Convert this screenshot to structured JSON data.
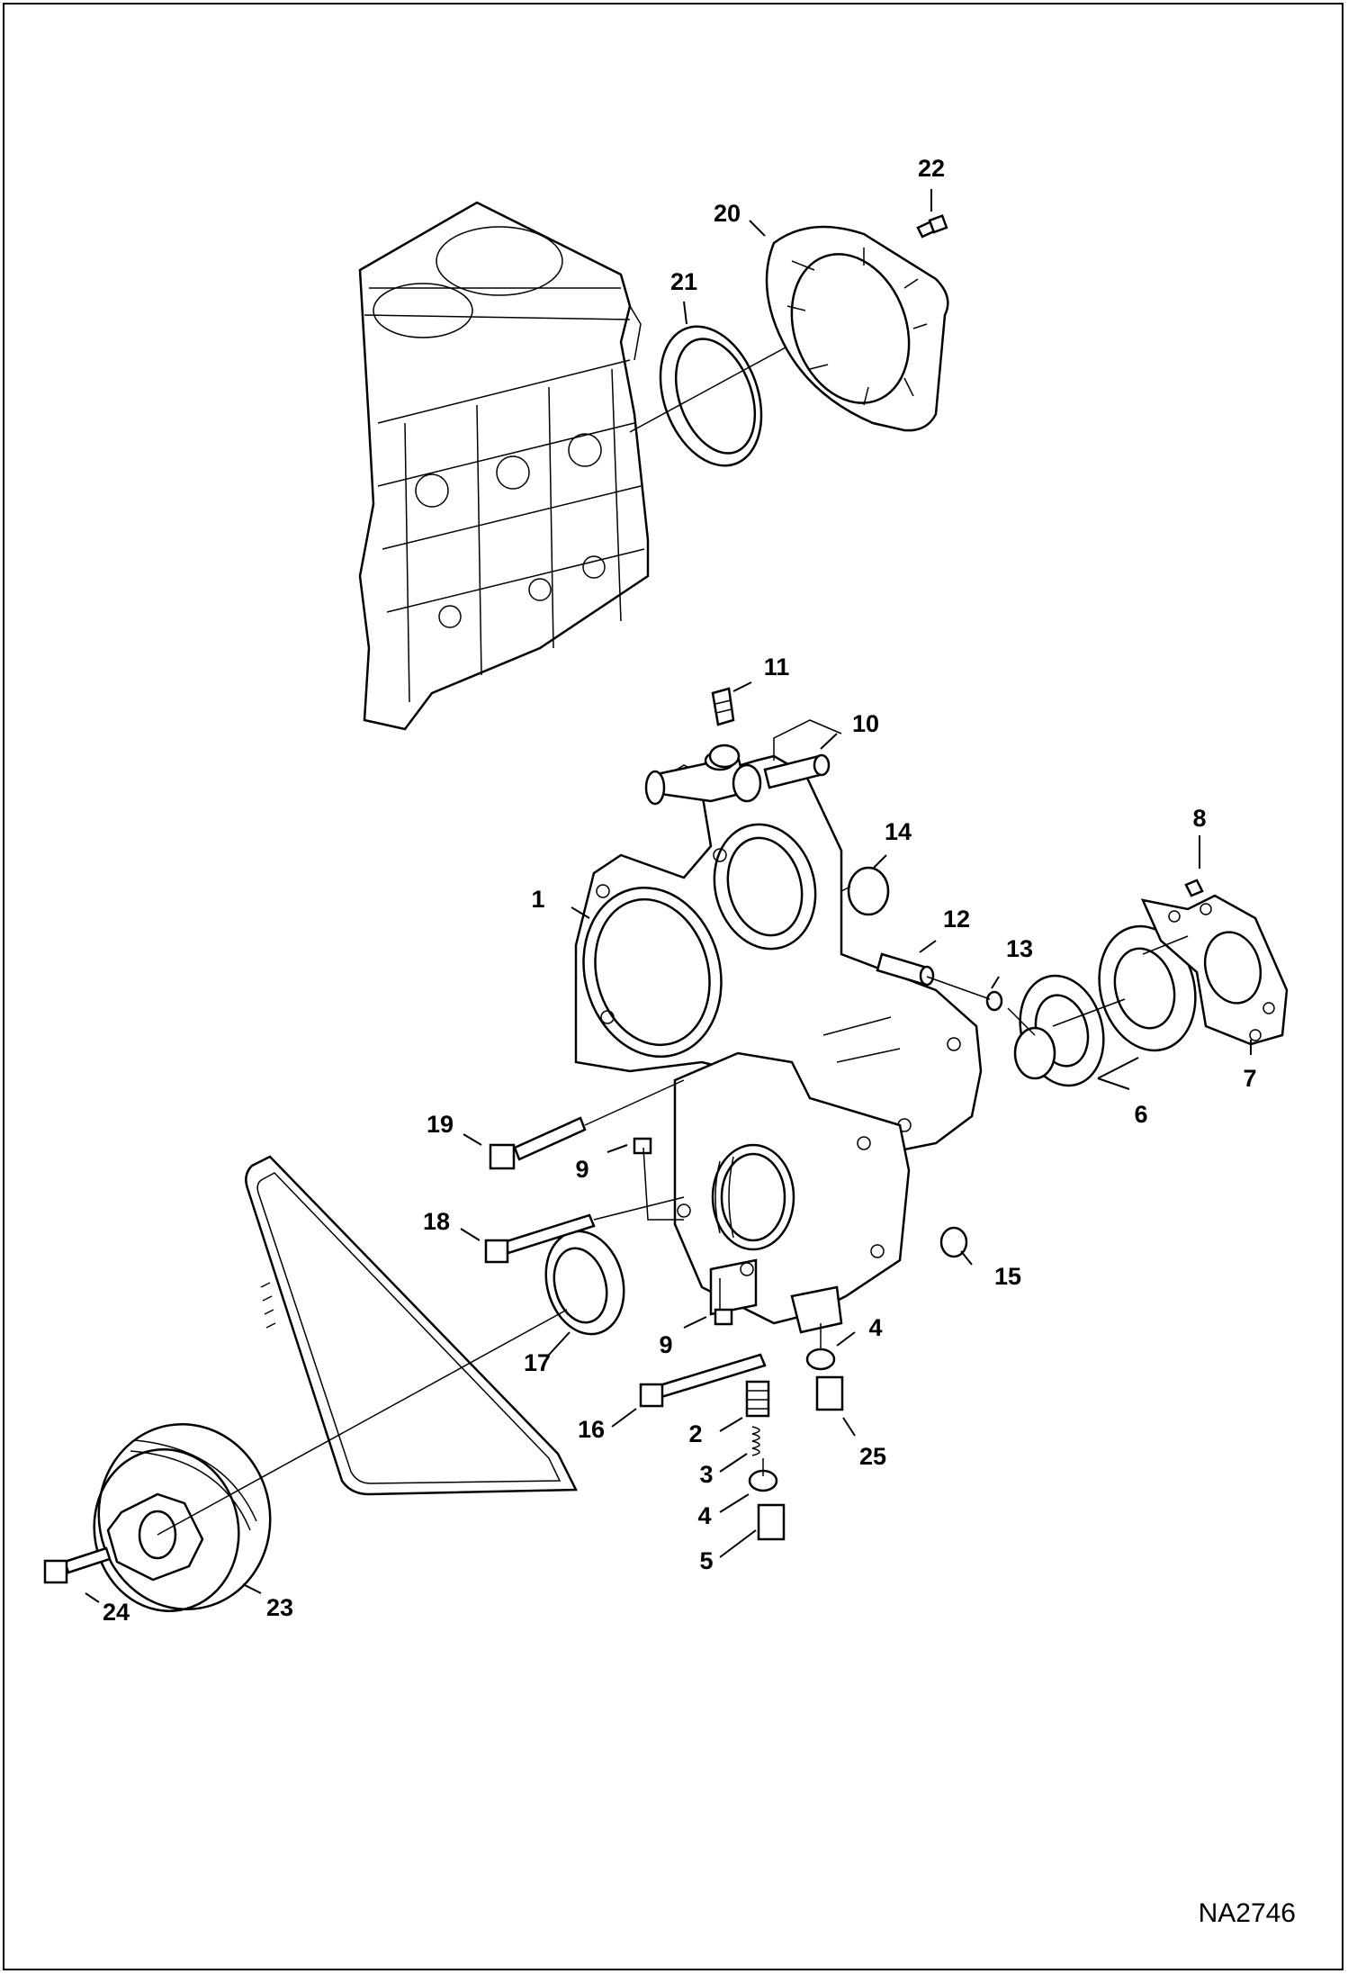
{
  "diagram": {
    "reference_code": "NA2746",
    "callouts": [
      {
        "id": "c1",
        "text": "1"
      },
      {
        "id": "c2",
        "text": "2"
      },
      {
        "id": "c3",
        "text": "3"
      },
      {
        "id": "c4a",
        "text": "4"
      },
      {
        "id": "c4b",
        "text": "4"
      },
      {
        "id": "c5",
        "text": "5"
      },
      {
        "id": "c6",
        "text": "6"
      },
      {
        "id": "c7",
        "text": "7"
      },
      {
        "id": "c8",
        "text": "8"
      },
      {
        "id": "c9a",
        "text": "9"
      },
      {
        "id": "c9b",
        "text": "9"
      },
      {
        "id": "c10",
        "text": "10"
      },
      {
        "id": "c11",
        "text": "11"
      },
      {
        "id": "c12",
        "text": "12"
      },
      {
        "id": "c13",
        "text": "13"
      },
      {
        "id": "c14",
        "text": "14"
      },
      {
        "id": "c15",
        "text": "15"
      },
      {
        "id": "c16",
        "text": "16"
      },
      {
        "id": "c17",
        "text": "17"
      },
      {
        "id": "c18",
        "text": "18"
      },
      {
        "id": "c19",
        "text": "19"
      },
      {
        "id": "c20",
        "text": "20"
      },
      {
        "id": "c21",
        "text": "21"
      },
      {
        "id": "c22",
        "text": "22"
      },
      {
        "id": "c23",
        "text": "23"
      },
      {
        "id": "c24",
        "text": "24"
      },
      {
        "id": "c25",
        "text": "25"
      }
    ]
  }
}
